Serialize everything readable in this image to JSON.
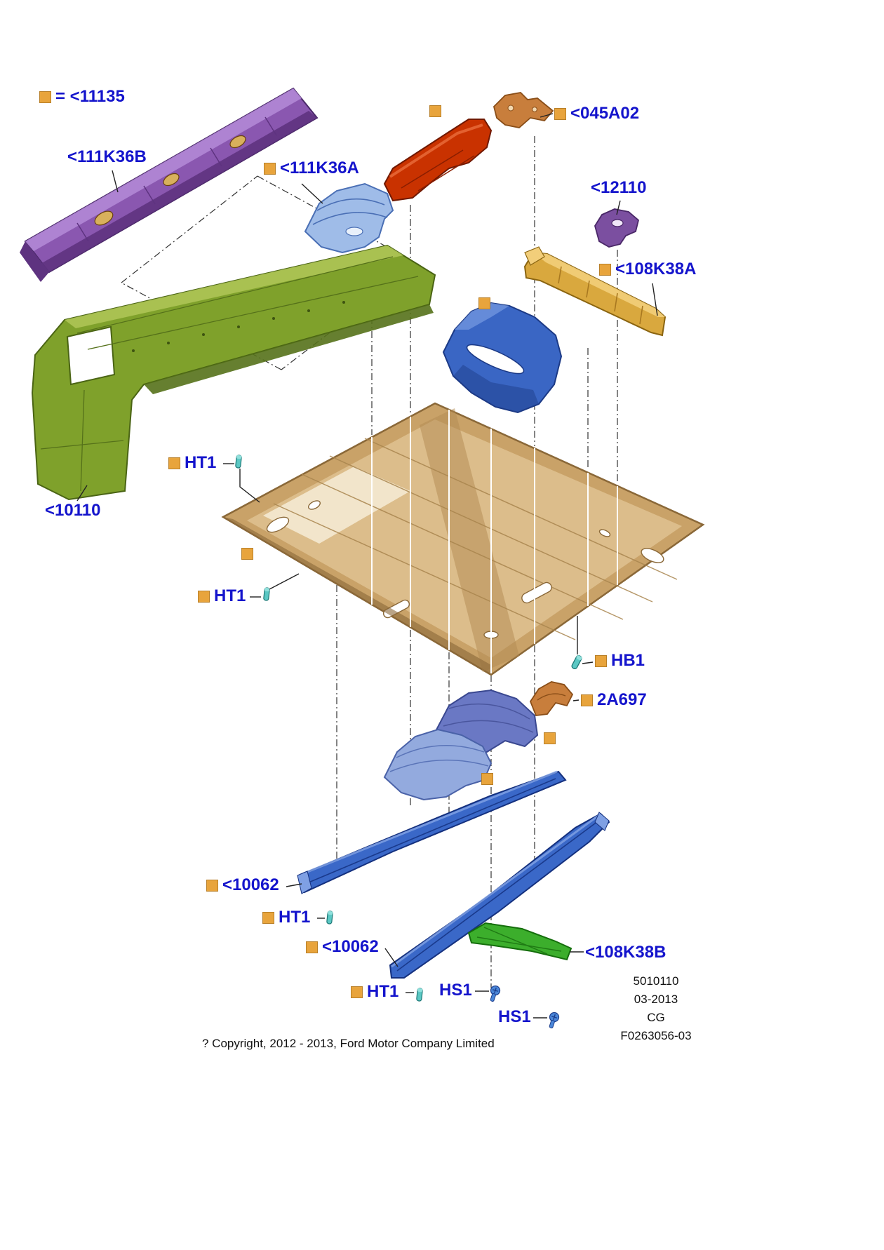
{
  "legend": {
    "text": "= <11135"
  },
  "labels": {
    "p111K36B": {
      "text": "<111K36B"
    },
    "p111K36A": {
      "text": "<111K36A"
    },
    "p045A02": {
      "text": "<045A02"
    },
    "p12110": {
      "text": "<12110"
    },
    "p108K38A": {
      "text": "<108K38A"
    },
    "p10110": {
      "text": "<10110"
    },
    "ht1": {
      "text": "HT1"
    },
    "hb1": {
      "text": "HB1"
    },
    "p2A697": {
      "text": "2A697"
    },
    "p10062": {
      "text": "<10062"
    },
    "p108K38B": {
      "text": "<108K38B"
    },
    "hs1": {
      "text": "HS1"
    }
  },
  "footer": {
    "copyright": "? Copyright, 2012 - 2013, Ford Motor Company Limited",
    "doc_number": "5010110",
    "doc_date": "03-2013",
    "doc_code": "CG",
    "doc_ref": "F0263056-03"
  },
  "colors": {
    "label_blue": "#1414CC",
    "marker_orange": "#E8A43C",
    "marker_border": "#B87F28",
    "purple_rail": "#8A57B0",
    "blue_bracket": "#9FBCE8",
    "red_shield": "#C93200",
    "copper_bracket": "#C87E3C",
    "small_purple": "#7B4FA0",
    "gold_member": "#D9A83E",
    "green_panel": "#7FA12B",
    "blue_member": "#3A66C4",
    "floor_tan": "#C9A268",
    "copper_small": "#C87E3C",
    "tunnel_rear": "#6A78C4",
    "tunnel_front": "#93AADE",
    "rail_blue": "#3A68C8",
    "green_member": "#3CAE2C",
    "teal_pin": "#5BC8C4",
    "blue_screw": "#4A86D8"
  }
}
